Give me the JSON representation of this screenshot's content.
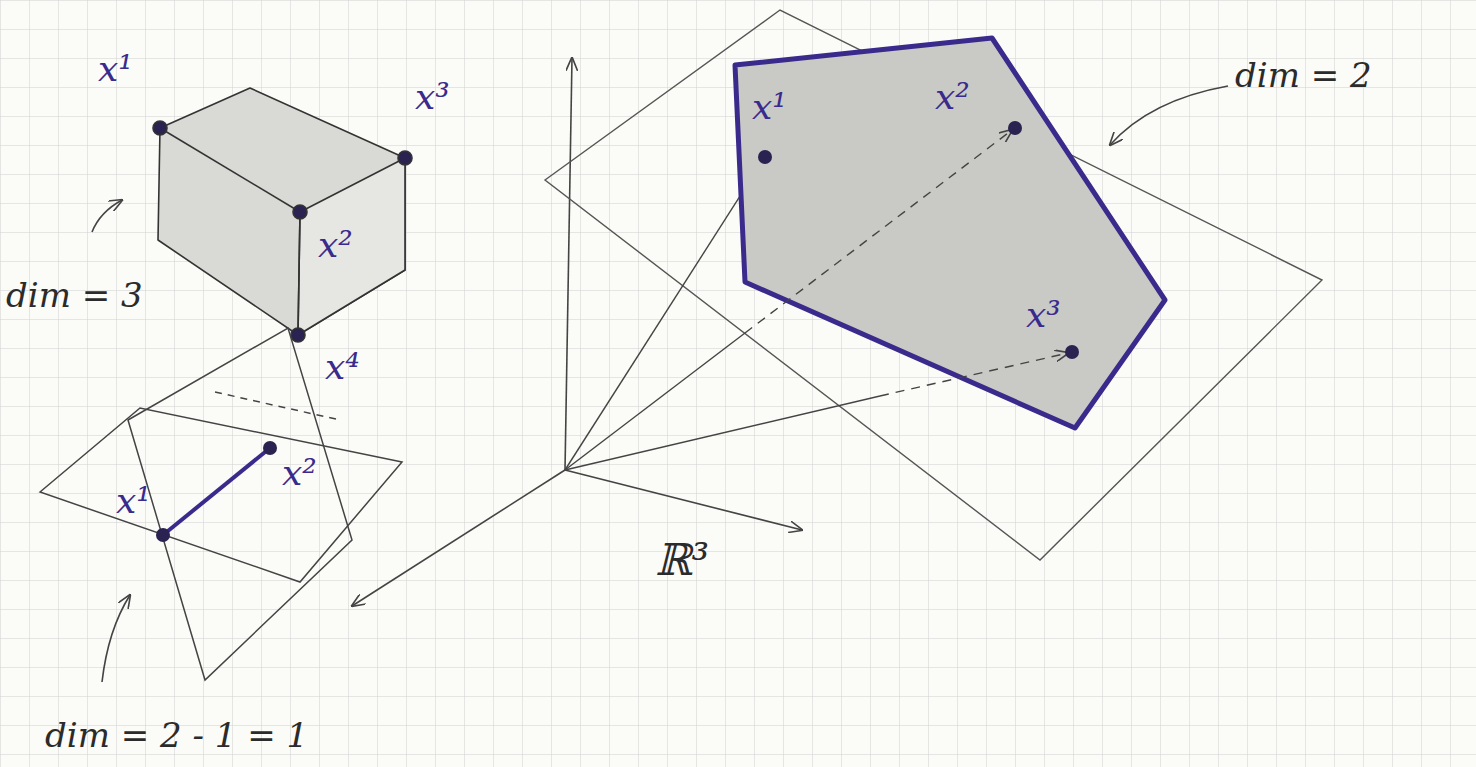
{
  "diagram": {
    "labels": [
      "x¹",
      "x³",
      "x²",
      "dim = 3",
      "x⁴",
      "x¹",
      "x²",
      "dim = 2",
      "x³",
      "x¹",
      "x²",
      "ℝ³",
      "dim = 2 - 1 = 1"
    ]
  }
}
